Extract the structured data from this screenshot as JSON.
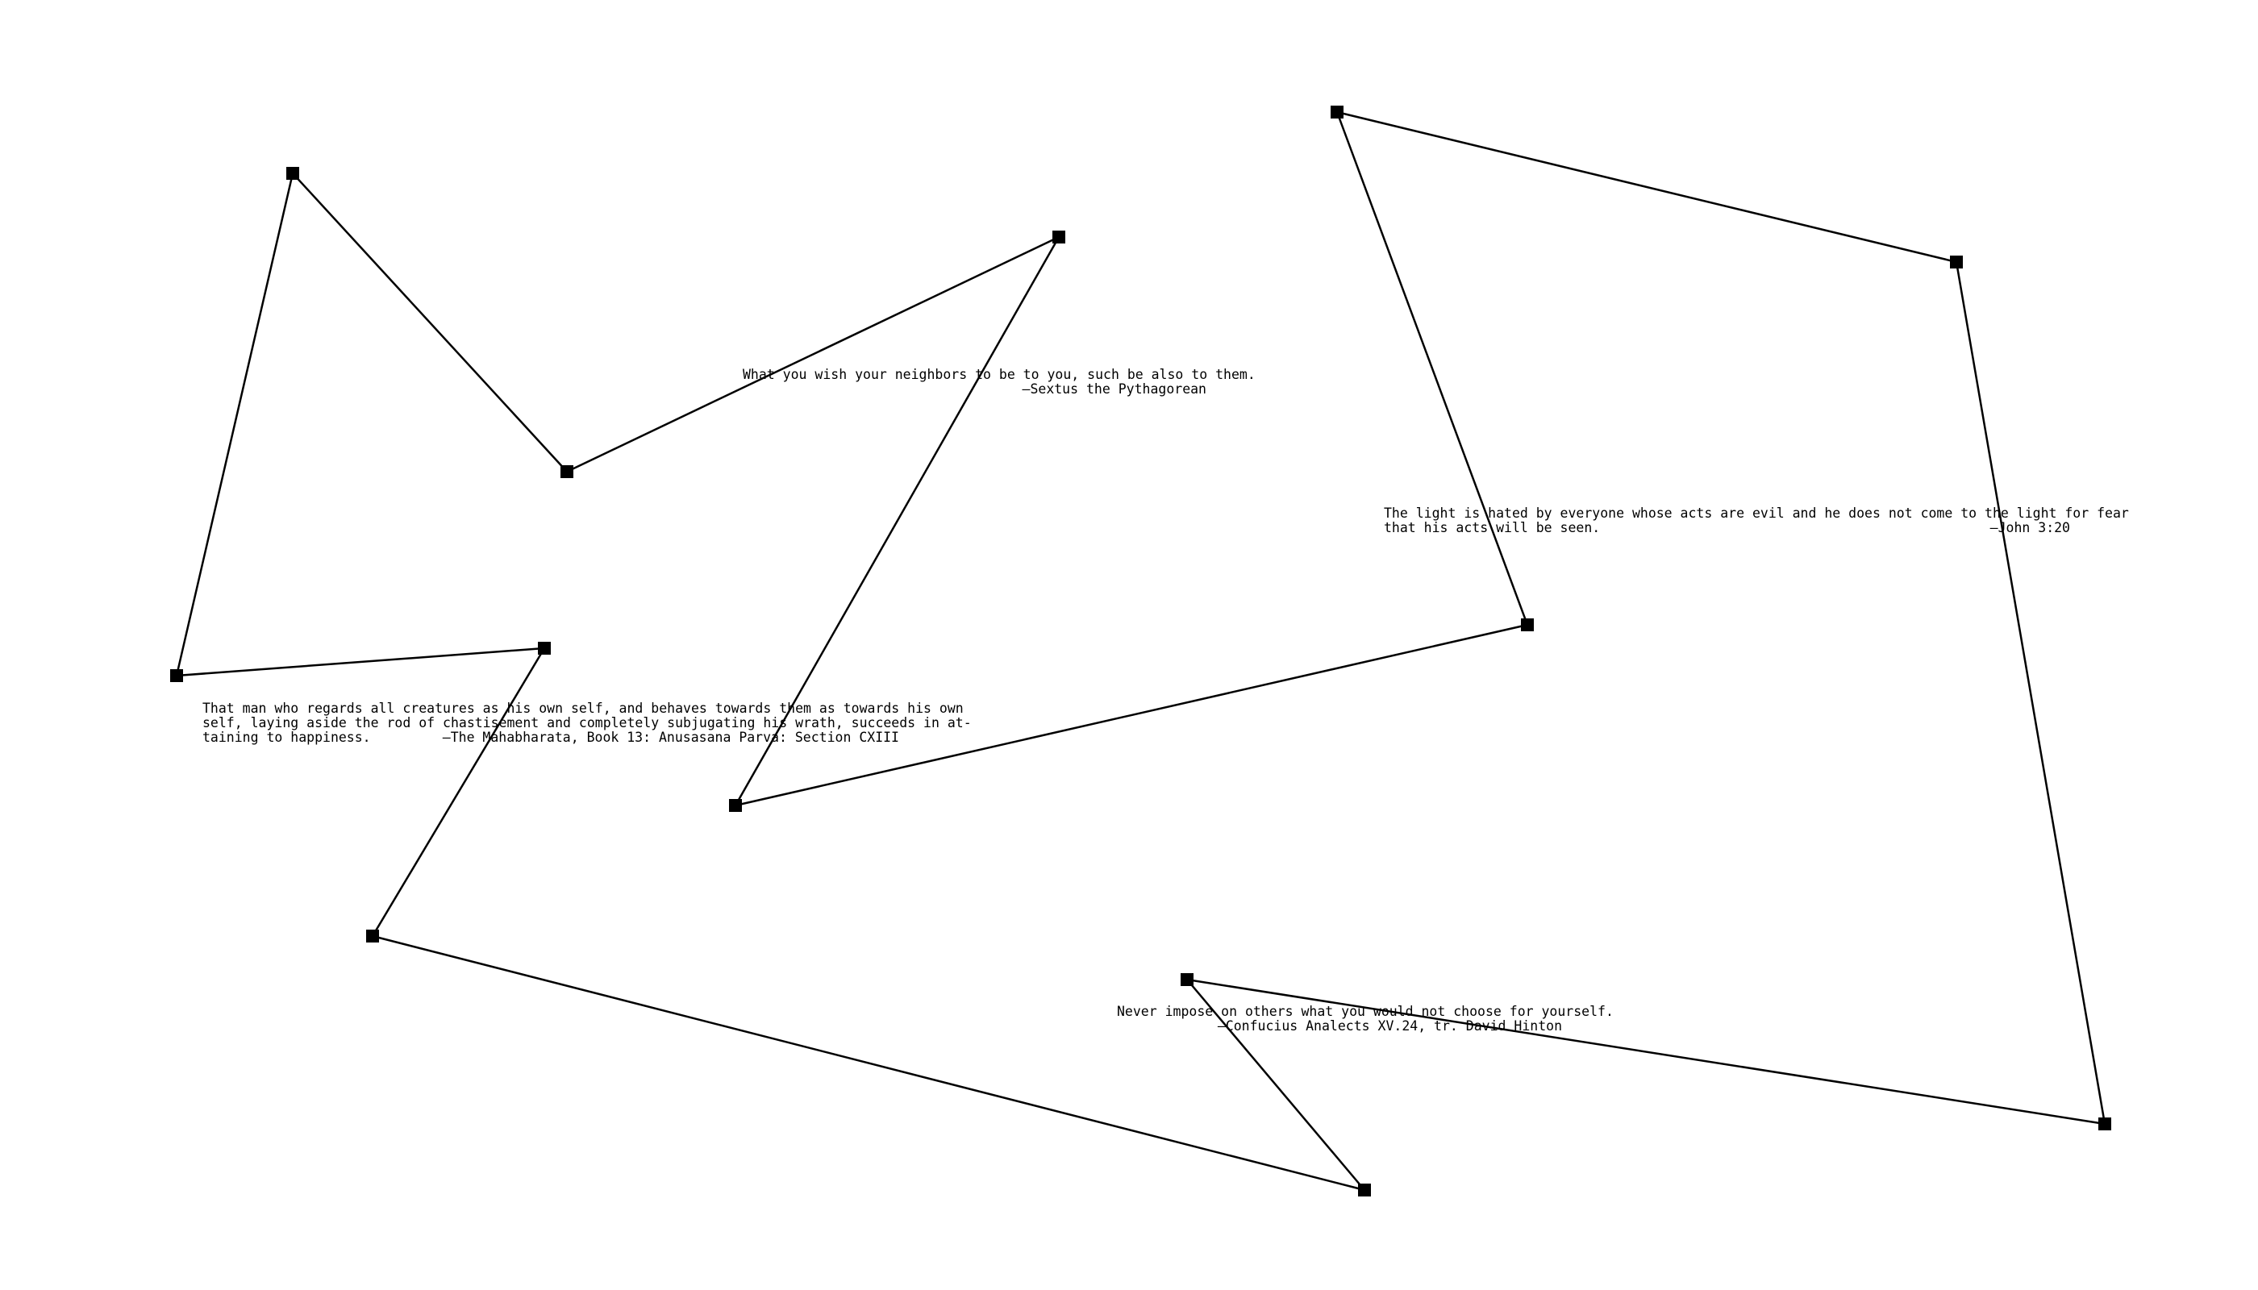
{
  "quotes": [
    {
      "lines": [
        "That man who regards all creatures as his own self, and behaves towards them as towards his own",
        "self, laying aside the rod of chastisement and completely subjugating his wrath, succeeds in at-",
        "taining to happiness."
      ],
      "attribution": "—The Mahabharata, Book 13: Anusasana Parva: Section CXIII"
    },
    {
      "lines": [
        "What you wish your neighbors to be to you, such be also to them."
      ],
      "attribution": "—Sextus the Pythagorean"
    },
    {
      "lines": [
        "The light is hated by everyone whose acts are evil and he does not come to the light for fear",
        "that his acts will be seen."
      ],
      "attribution": "—John 3:20"
    },
    {
      "lines": [
        "Never impose on others what you would not choose for yourself."
      ],
      "attribution": "—Confucius Analects XV.24, tr. David Hinton"
    }
  ],
  "colors": {
    "line": "#000000",
    "node": "#000000",
    "background": "#ffffff"
  }
}
